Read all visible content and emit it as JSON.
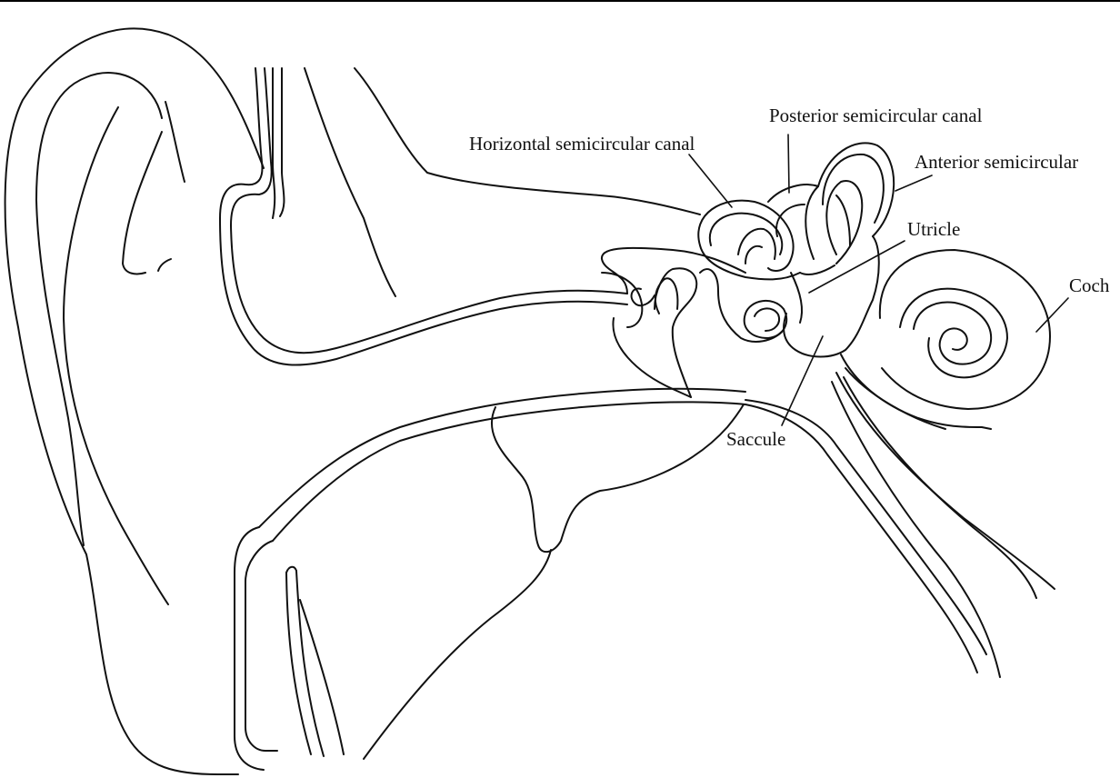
{
  "labels": {
    "posterior": "Posterior semicircular canal",
    "horizontal": "Horizontal semicircular canal",
    "anterior": "Anterior semicircular",
    "utricle": "Utricle",
    "cochlea": "Coch",
    "saccule": "Saccule"
  },
  "colors": {
    "line": "#111111",
    "background": "#ffffff"
  }
}
